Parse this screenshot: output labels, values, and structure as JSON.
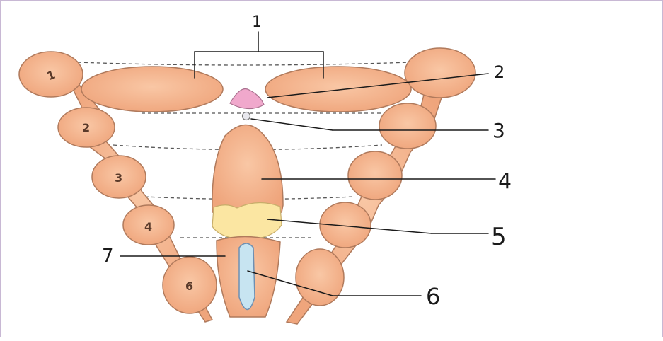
{
  "diagram": {
    "callouts": [
      {
        "id": "c1",
        "label": "1"
      },
      {
        "id": "c2",
        "label": "2"
      },
      {
        "id": "c3",
        "label": "3"
      },
      {
        "id": "c4",
        "label": "4"
      },
      {
        "id": "c5",
        "label": "5"
      },
      {
        "id": "c6",
        "label": "6"
      },
      {
        "id": "c7",
        "label": "7"
      }
    ],
    "chain_left": [
      {
        "label": "1"
      },
      {
        "label": "2"
      },
      {
        "label": "3"
      },
      {
        "label": "4"
      },
      {
        "label": "6"
      }
    ],
    "colors": {
      "tissue": "#f5b58e",
      "tissue_outline": "#b07a5c",
      "pink_gland": "#f0a8cc",
      "yellow_band": "#fbe6a2",
      "blue_core": "#c7e4f1",
      "line": "#1a1a1a",
      "dashed": "#555555"
    }
  }
}
